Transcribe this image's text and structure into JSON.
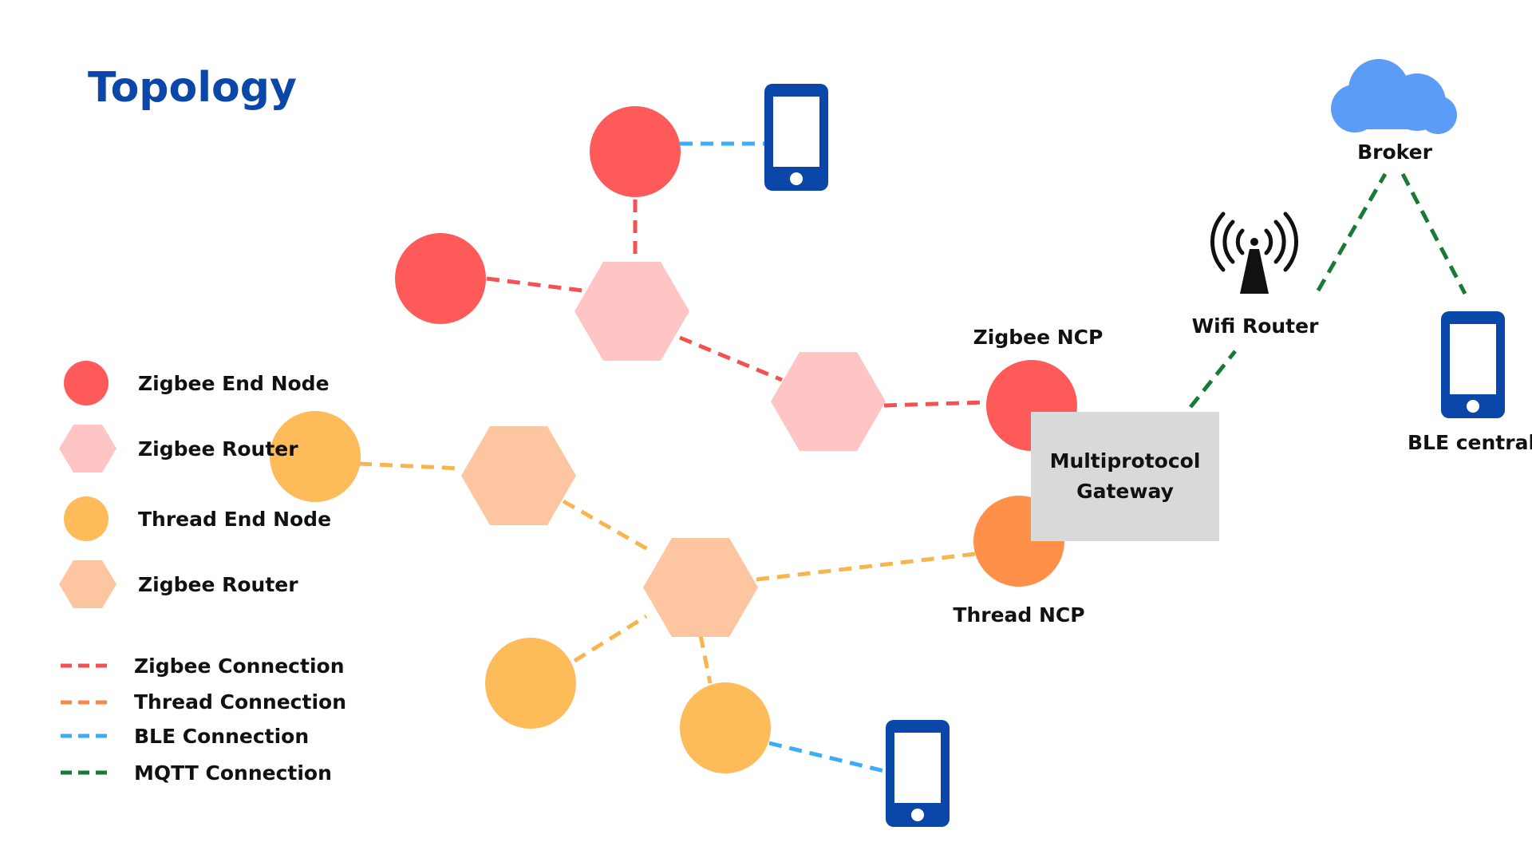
{
  "title": "Topology",
  "legend": {
    "zigbee_end_node": "Zigbee End Node",
    "zigbee_router": "Zigbee Router",
    "thread_end_node": "Thread End Node",
    "thread_router": "Zigbee Router",
    "zigbee_connection": "Zigbee Connection",
    "thread_connection": "Thread Connection",
    "ble_connection": "BLE Connection",
    "mqtt_connection": "MQTT Connection"
  },
  "labels": {
    "broker": "Broker",
    "wifi_router": "Wifi Router",
    "zigbee_ncp": "Zigbee NCP",
    "thread_ncp": "Thread NCP",
    "ble_central": "BLE central",
    "gateway_line1": "Multiprotocol",
    "gateway_line2": "Gateway"
  },
  "colors": {
    "title": "#0a47a8",
    "zigbee_end_node": "#ff5a5a",
    "zigbee_router": "#ffc4c4",
    "thread_end_node": "#fdbb5a",
    "thread_router": "#fdc6a0",
    "thread_ncp": "#ff904a",
    "zigbee_connection": "#f35252",
    "thread_connection": "#f7b54f",
    "thread_connection_legend": "#f78a4a",
    "ble_connection": "#3aaef0",
    "mqtt_connection": "#187a36",
    "phone": "#0a47a8",
    "cloud": "#5b9cf7",
    "gateway": "#d9d9d9"
  },
  "icons": [
    "phone-icon",
    "cloud-icon",
    "wifi-antenna-icon"
  ]
}
